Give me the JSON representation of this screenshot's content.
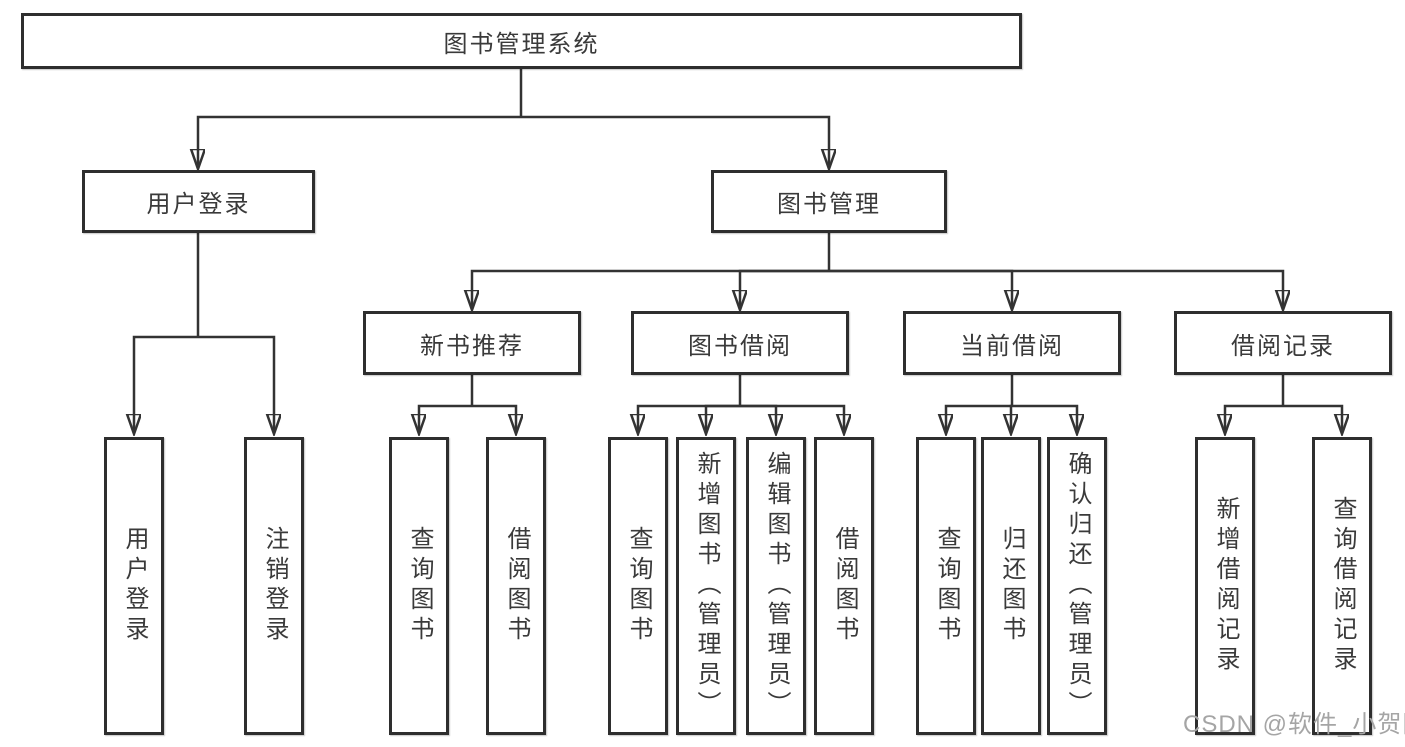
{
  "diagram": {
    "title": "图书管理系统",
    "level2": [
      {
        "label": "用户登录"
      },
      {
        "label": "图书管理"
      }
    ],
    "level3": [
      {
        "label": "新书推荐",
        "parent": "图书管理"
      },
      {
        "label": "图书借阅",
        "parent": "图书管理"
      },
      {
        "label": "当前借阅",
        "parent": "图书管理"
      },
      {
        "label": "借阅记录",
        "parent": "图书管理"
      }
    ],
    "leaves": [
      {
        "label": "用户登录",
        "parent": "用户登录"
      },
      {
        "label": "注销登录",
        "parent": "用户登录"
      },
      {
        "label": "查询图书",
        "parent": "新书推荐"
      },
      {
        "label": "借阅图书",
        "parent": "新书推荐"
      },
      {
        "label": "查询图书",
        "parent": "图书借阅"
      },
      {
        "label": "新增图书（管理员）",
        "parent": "图书借阅"
      },
      {
        "label": "编辑图书（管理员）",
        "parent": "图书借阅"
      },
      {
        "label": "借阅图书",
        "parent": "图书借阅"
      },
      {
        "label": "查询图书",
        "parent": "当前借阅"
      },
      {
        "label": "归还图书",
        "parent": "当前借阅"
      },
      {
        "label": "确认归还（管理员）",
        "parent": "当前借阅"
      },
      {
        "label": "新增借阅记录",
        "parent": "借阅记录"
      },
      {
        "label": "查询借阅记录",
        "parent": "借阅记录"
      }
    ]
  },
  "watermark": {
    "text": "CSDN @软件_小贺同学"
  },
  "colors": {
    "line": "#333333",
    "border": "#2e2e2e",
    "text": "#3a3a3a",
    "watermark": "#a5a5a5",
    "background": "#ffffff"
  }
}
